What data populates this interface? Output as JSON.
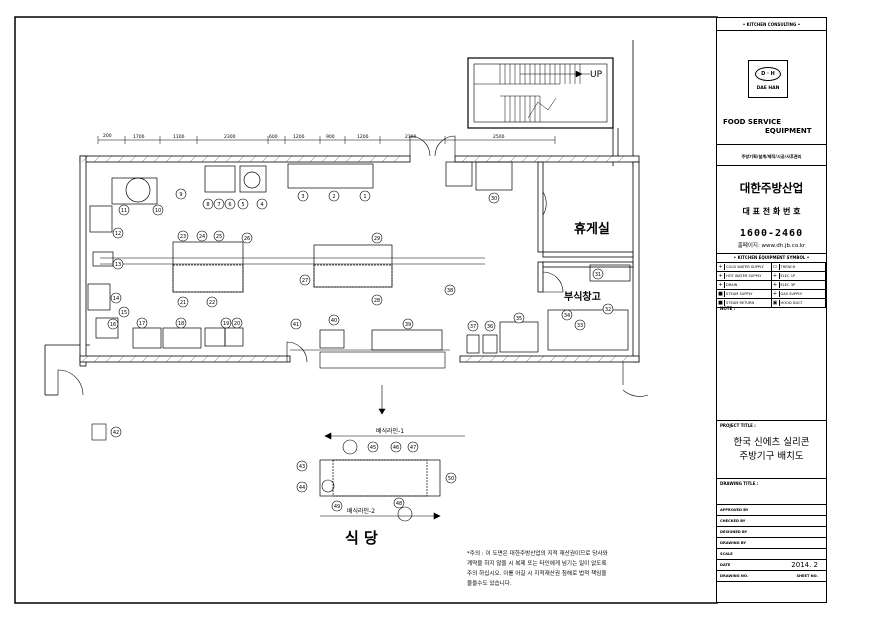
{
  "drawing": {
    "rooms": {
      "lounge": "휴게실",
      "storage": "부식창고",
      "dining": "식 당"
    },
    "stair_label": "UP",
    "serving_line_1": "배식라인-1",
    "serving_line_2": "배식라인-2",
    "dimensions": [
      "200",
      "1700",
      "1100",
      "2300",
      "600",
      "1200",
      "900",
      "1200",
      "2180",
      "2500"
    ],
    "equipment_numbers": [
      "1",
      "2",
      "3",
      "4",
      "5",
      "6",
      "7",
      "8",
      "9",
      "10",
      "11",
      "12",
      "13",
      "14",
      "15",
      "16",
      "17",
      "18",
      "19",
      "20",
      "21",
      "22",
      "23",
      "24",
      "25",
      "26",
      "27",
      "28",
      "29",
      "30",
      "31",
      "32",
      "33",
      "34",
      "35",
      "36",
      "37",
      "38",
      "39",
      "40",
      "41",
      "42",
      "43",
      "44",
      "45",
      "46",
      "47",
      "48",
      "49",
      "50"
    ],
    "notice": [
      "*주의 : 이 도면은 대한주방산업의 지적 재산권이므로 당사와",
      "계약을 하지 않을 시 복제 또는 타인에게 넘기는 일이 없도록",
      "주의 하십시오. 이를 어길 시 지적재산권 침해로 법적 책임을",
      "물을수도 있습니다."
    ]
  },
  "title_block": {
    "consulting": "• KITCHEN CONSULTING •",
    "logo_mark": "D · H",
    "logo_name": "DAE HAN",
    "fse_line1": "FOOD SERVICE",
    "fse_line2": "EQUIPMENT",
    "services": "주방기획/설계/제작/시공/사후관리",
    "company": "대한주방산업",
    "rep_phone_label": "대 표 전 화 번 호",
    "phone": "1600-2460",
    "homepage": "홈페이지: www.dh.jb.co.kr",
    "legend_title": "• KITCHEN EQUIPMENT SYMBOL •",
    "legend": [
      {
        "sym": "+",
        "label": "COLD WATER SUPPLY",
        "sym2": "▭",
        "label2": "TRENCH"
      },
      {
        "sym": "+",
        "label": "HOT WATER SUPPLY",
        "sym2": "+",
        "label2": "ELEC 1P"
      },
      {
        "sym": "+",
        "label": "DRAIN",
        "sym2": "+",
        "label2": "ELEC 3P"
      },
      {
        "sym": "■",
        "label": "STEAM SUPPLY",
        "sym2": "+",
        "label2": "GAS SUPPLY"
      },
      {
        "sym": "■",
        "label": "STEAM RETURN",
        "sym2": "▣",
        "label2": "HOOD DUCT"
      }
    ],
    "note_label": "NOTE :",
    "project_title_label": "PROJECT TITLE :",
    "project_title_1": "한국 신에츠 실리콘",
    "project_title_2": "주방기구 배치도",
    "drawing_title_label": "DRAWING TITLE :",
    "approved": "APPROVED BY",
    "checked": "CHECKED BY",
    "designed": "DESIGNED BY",
    "drawn": "DRAWING BY",
    "scale": "SCALE",
    "date_label": "DATE",
    "date": "2014. 2",
    "drawing_no": "DRAWING NO.",
    "sheet_no": "SHEET NO."
  }
}
